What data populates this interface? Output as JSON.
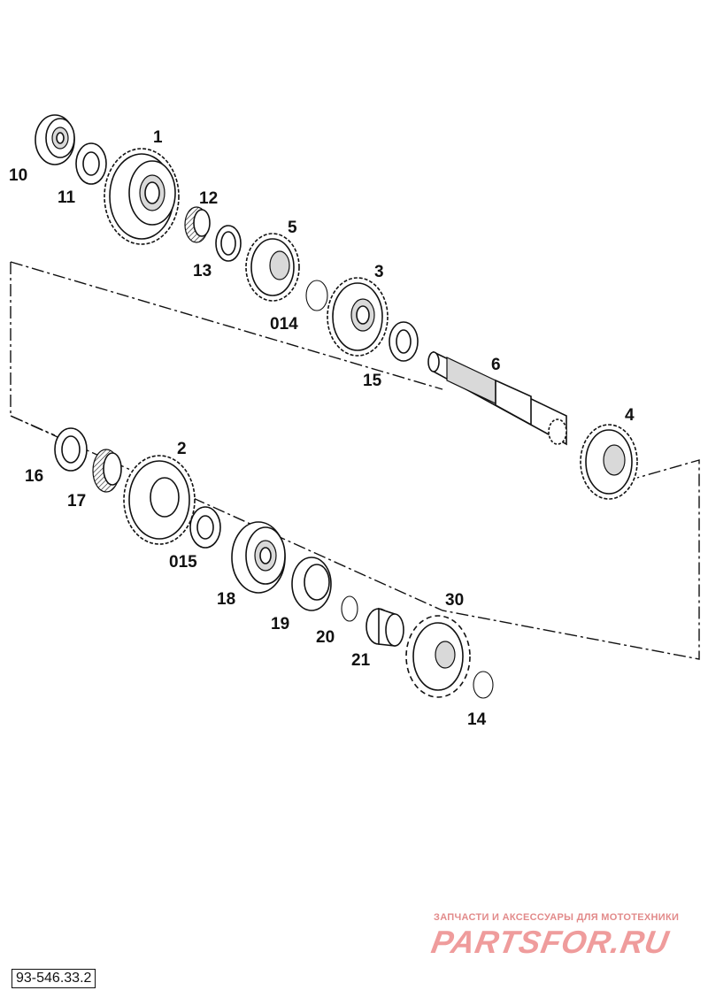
{
  "diagram": {
    "labels": {
      "l1": "1",
      "l2": "2",
      "l3": "3",
      "l4": "4",
      "l5": "5",
      "l6": "6",
      "l10": "10",
      "l11": "11",
      "l12": "12",
      "l13": "13",
      "l014": "014",
      "l14": "14",
      "l15": "15",
      "l015": "015",
      "l16": "16",
      "l17": "17",
      "l18": "18",
      "l19": "19",
      "l20": "20",
      "l21": "21",
      "l30": "30"
    },
    "drawing_number": "93-546.33.2"
  },
  "watermark": {
    "tagline": "ЗАПЧАСТИ И АКСЕССУАРЫ ДЛЯ МОТОТЕХНИКИ",
    "logo_text": "PARTSFOR.RU",
    "color": "#ef9c9c"
  }
}
